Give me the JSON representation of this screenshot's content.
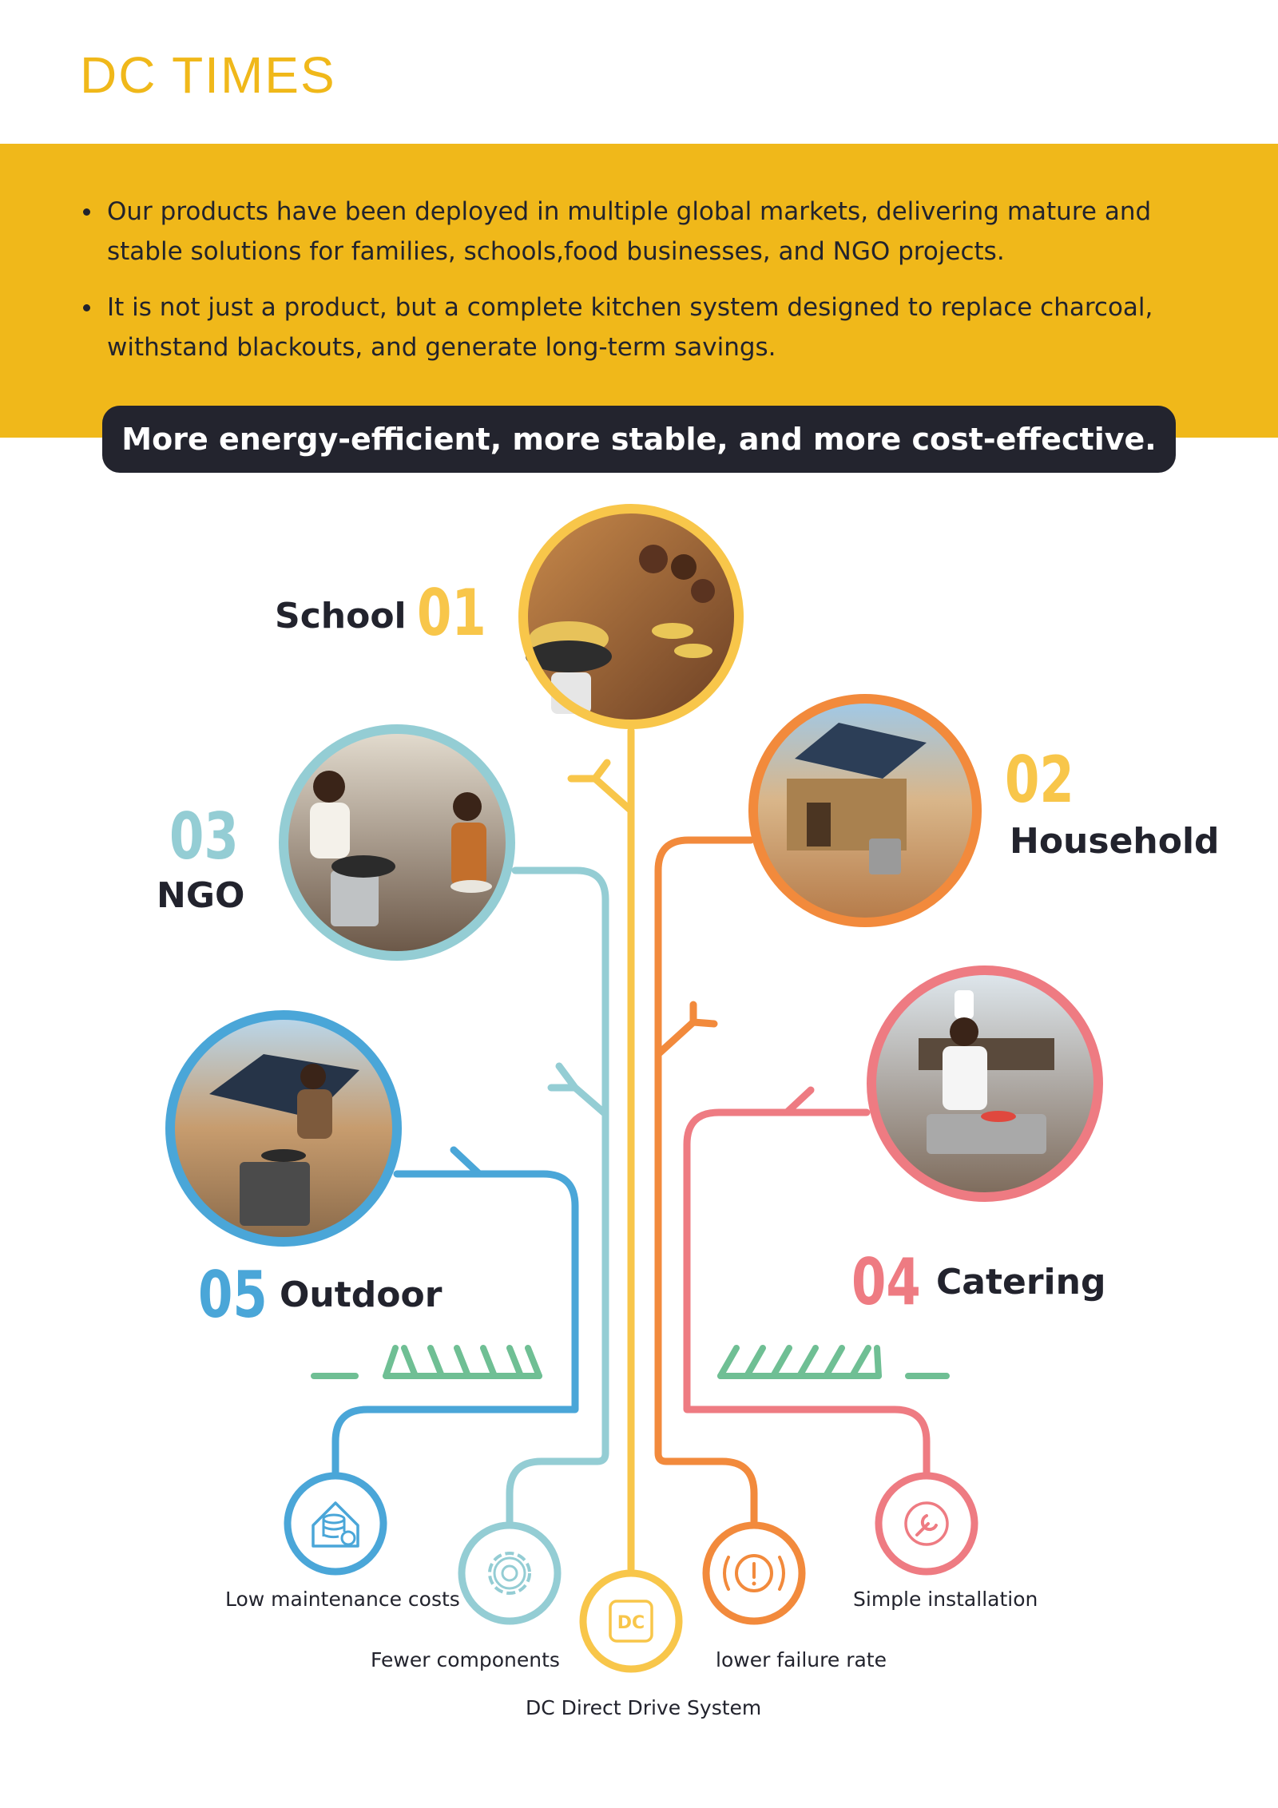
{
  "brand": "DC TIMES",
  "bullets": [
    "Our products have been deployed in multiple global markets, delivering mature and stable solutions for families, schools,food businesses, and NGO projects.",
    "It is not just a product, but a complete kitchen system designed to replace charcoal, withstand blackouts, and generate long-term savings."
  ],
  "tagline": "More energy-efficient, more stable, and more cost-effective.",
  "applications": [
    {
      "number": "01",
      "label": "School",
      "color": "#f8c64a"
    },
    {
      "number": "02",
      "label": "Household",
      "color": "#f28a3c"
    },
    {
      "number": "03",
      "label": "NGO",
      "color": "#94cdd4"
    },
    {
      "number": "04",
      "label": "Catering",
      "color": "#ee7b82"
    },
    {
      "number": "05",
      "label": "Outdoor",
      "color": "#4aa6d8"
    }
  ],
  "features": [
    {
      "label": "Low maintenance costs",
      "icon": "database-shield-icon",
      "color": "#4aa6d8"
    },
    {
      "label": "Fewer components",
      "icon": "gear-icon",
      "color": "#94cdd4"
    },
    {
      "label": "DC Direct Drive System",
      "icon": "dc-badge-icon",
      "icon_text": "DC",
      "color": "#f8c64a"
    },
    {
      "label": "lower failure rate",
      "icon": "warning-circle-icon",
      "color": "#f28a3c"
    },
    {
      "label": "Simple installation",
      "icon": "wrench-icon",
      "color": "#ee7b82"
    }
  ],
  "colors": {
    "accent": "#f0b81a",
    "dark": "#23242e",
    "grass": "#6fbf94"
  }
}
